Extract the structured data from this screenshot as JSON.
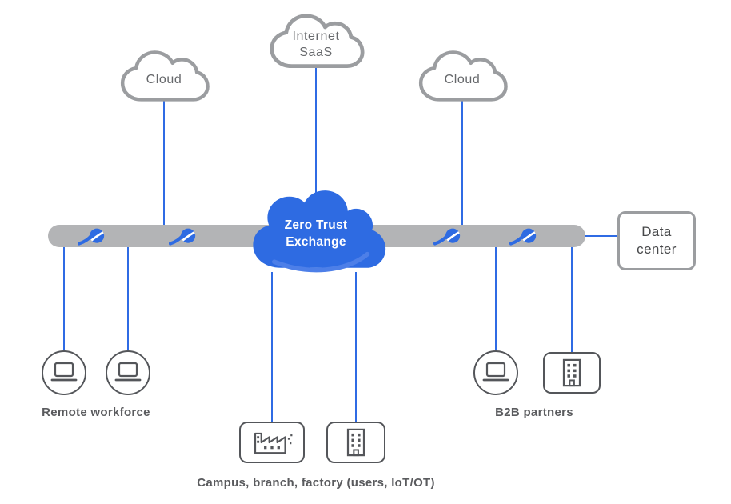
{
  "colors": {
    "zscaler_blue": "#2e6be2",
    "line_blue": "#2f6be4",
    "bar_gray": "#b3b4b6",
    "outline_gray": "#9b9da0",
    "icon_gray": "#54565a",
    "text_gray": "#58595b"
  },
  "clouds": {
    "left": {
      "label": "Cloud"
    },
    "center": {
      "line1": "Internet",
      "line2": "SaaS"
    },
    "right": {
      "label": "Cloud"
    }
  },
  "exchange": {
    "line1": "Zero Trust",
    "line2": "Exchange"
  },
  "data_center": {
    "line1": "Data",
    "line2": "center"
  },
  "groups": {
    "remote_workforce": "Remote workforce",
    "campus": "Campus, branch, factory (users, IoT/OT)",
    "b2b": "B2B partners"
  }
}
